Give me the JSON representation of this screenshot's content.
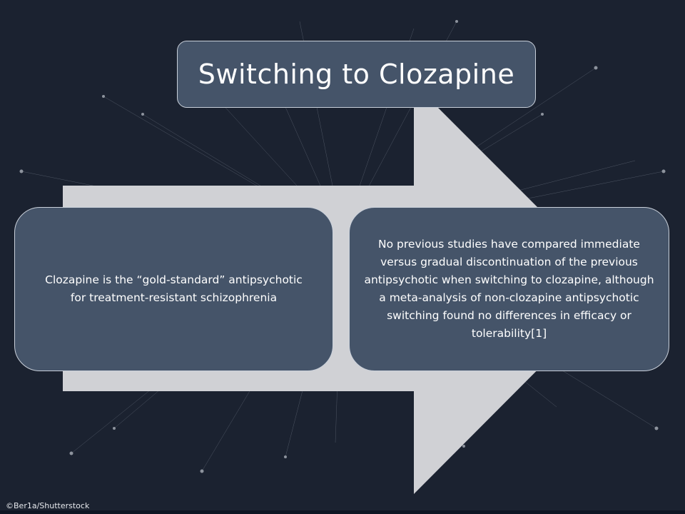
{
  "slide": {
    "title": "Switching to Clozapine",
    "left_box": {
      "text": "Clozapine is the “gold-standard” antipsychotic for treatment-resistant schizophrenia"
    },
    "right_box": {
      "text": "No previous studies have compared immediate versus gradual discontinuation of the previous antipsychotic when switching to clozapine, although a meta-analysis of non-clozapine antipsychotic switching found no differences in efficacy or tolerability[1]"
    },
    "credit": "©Ber1a/Shutterstock"
  },
  "colors": {
    "background": "#1b2230",
    "arrow": "#d0d1d5",
    "box_fill": "#455469",
    "box_border": "#c9d0da",
    "text": "#ffffff"
  }
}
